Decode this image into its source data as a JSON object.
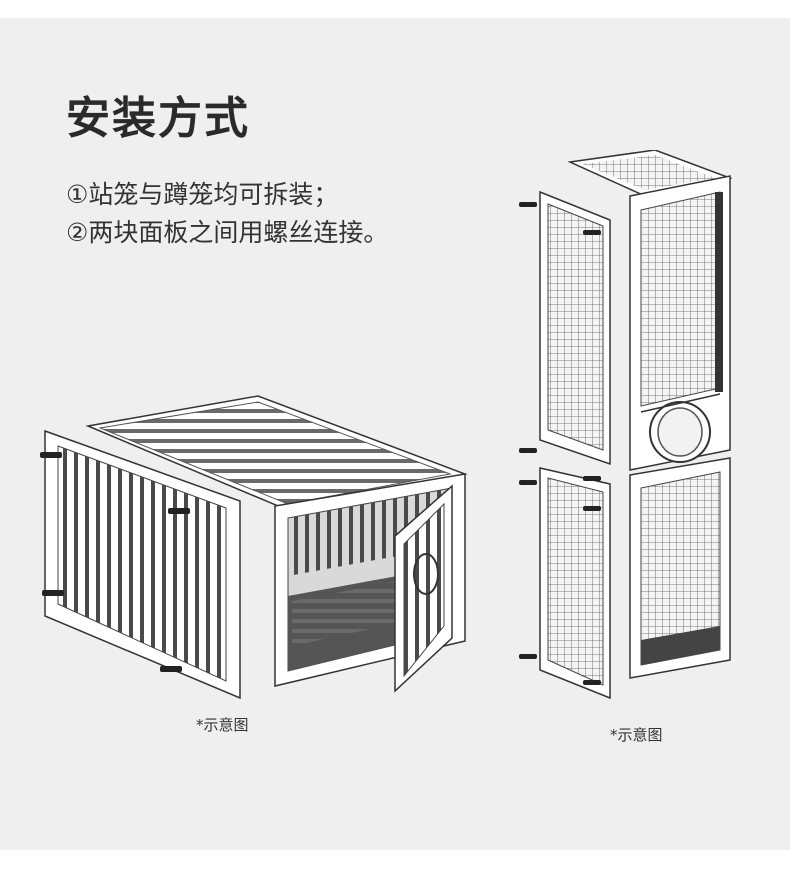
{
  "heading": {
    "title": "安装方式"
  },
  "description": {
    "lines": [
      "①站笼与蹲笼均可拆装；",
      "②两块面板之间用螺丝连接。"
    ]
  },
  "illustrations": {
    "left_caption": "*示意图",
    "right_caption": "*示意图"
  },
  "colors": {
    "background": "#efefef",
    "frame": "#ffffff",
    "stroke": "#3a3a3a",
    "screw": "#222222"
  },
  "icons": [
    "screw-icon",
    "mesh-grid",
    "bar-grid"
  ]
}
